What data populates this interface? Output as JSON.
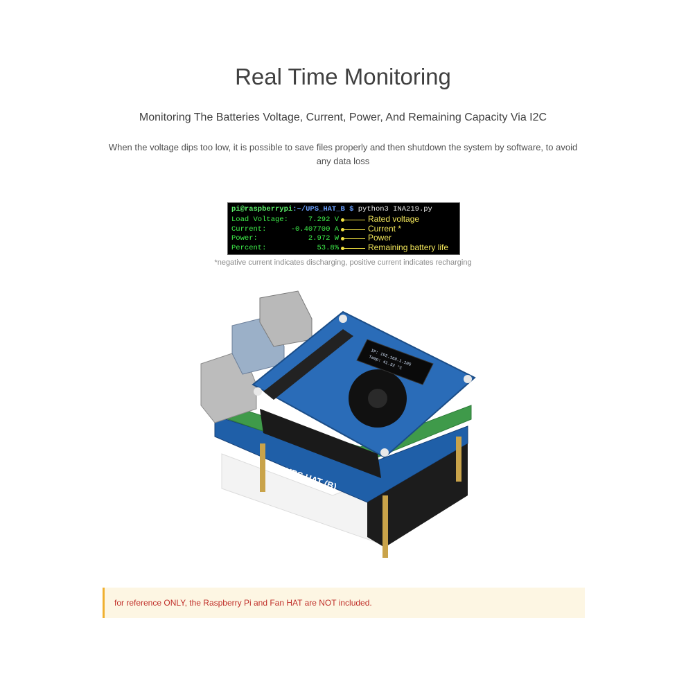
{
  "title": "Real Time Monitoring",
  "subtitle": "Monitoring The Batteries Voltage, Current, Power, And Remaining Capacity Via I2C",
  "description": "When the voltage dips too low, it is possible to save files properly and then shutdown the system by software, to avoid any data loss",
  "terminal": {
    "prompt_user": "pi@raspberrypi",
    "prompt_path": ":~/UPS_HAT_B $",
    "command": " python3 INA219.py",
    "rows": [
      {
        "label": "Load Voltage:",
        "value": "7.292 V",
        "annotation": "Rated voltage"
      },
      {
        "label": "Current:",
        "value": "-0.407700 A",
        "annotation": "Current *"
      },
      {
        "label": "Power:",
        "value": "2.972 W",
        "annotation": "Power"
      },
      {
        "label": "Percent:",
        "value": "53.8%",
        "annotation": "Remaining battery life"
      }
    ]
  },
  "note": "*negative current indicates discharging, positive current indicates recharging",
  "product": {
    "board_label": "UPS HAT (B)",
    "oled_line1": "IP: 192.168.1.105",
    "oled_line2": "Temp: 41.32 °C"
  },
  "warning": "for reference ONLY, the Raspberry Pi and Fan HAT are NOT included.",
  "colors": {
    "terminal_green": "#3ef04a",
    "annotation_yellow": "#f4e85a",
    "warning_red": "#c0302a",
    "warning_bg": "#fdf6e3",
    "hat_blue": "#1f5fa8"
  }
}
